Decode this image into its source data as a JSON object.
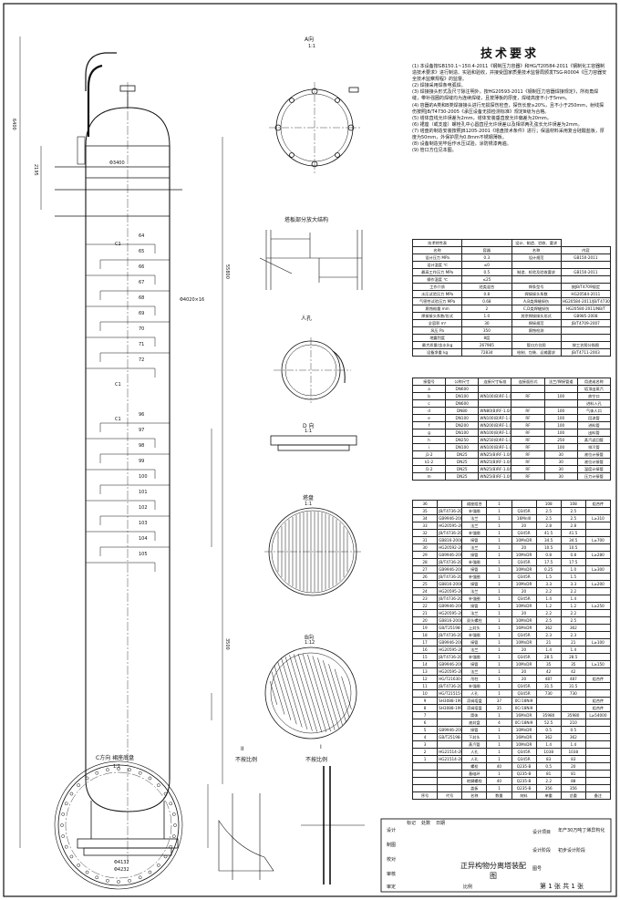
{
  "requirements": {
    "title": "技术要求",
    "items": [
      "(1) 本设备按GB150.1~150.4-2011《钢制压力容器》和HG/T20584-2011《钢制化工容器制造技术要求》进行制造、实验和验收，并接受国家质量技术监督局颁发TSG-R0004《压力容器安全技术监察规程》的监督。",
      "(2) 焊接采用焊条电弧焊。",
      "(3) 焊接接头形式及尺寸除注明外，按HG20593-2011《钢制压力容器焊接规定》，所有角焊缝，带补强圈的焊缝均为连续焊缝，且按薄板的厚度，焊缝高度不小于5mm。",
      "(4) 容器的A类和B类焊接接头进行无损探伤检查，探伤长度≥20%，且不小于250mm，射线探伤按照JB/T4730-2005《承压设备无损检测标准》规定Ⅲ级为合格。",
      "(5) 塔体直线允许误差为2mm，塔体安装垂直度允许偏差为20mm。",
      "(6) 裙座（或支座）螺栓孔中心圆直径允许误差以及相邻两孔弦长允许误差为2mm。",
      "(7) 塔盘的制造安装按照JB1205-2001《塔盘技术条件》进行；保温材料采用复合硅酸盐板，厚度为50mm，外保护层为0.8mm不锈钢薄板。",
      "(8) 设备制造完毕后作水压试验，涂防锈漆两遍。",
      "(9) 管口方位见本图。"
    ]
  },
  "drawing": {
    "view_a": "A向",
    "scale_11": "1:1",
    "view_sect": "塔板部分放大结构",
    "view_manhole": "人孔",
    "view_d": "D 向",
    "view_tray": "塔盘",
    "view_b": "B向",
    "view_c": "C方向  裙座底盘",
    "view_ii": "II",
    "view_i": "I",
    "not_scaled": "不按比例",
    "scale_112": "1:12",
    "dim_height": "55800",
    "dim_lower": "3500",
    "dim_6400": "6400",
    "dim_2195": "2195",
    "dim_dia": "Φ4020×16",
    "dim_base": "Φ4132",
    "dim_base2": "Φ4232",
    "dim_3400": "Φ3400",
    "tray_numbers": [
      "64",
      "65",
      "66",
      "67",
      "68",
      "69",
      "70",
      "71",
      "72",
      "96",
      "97",
      "98",
      "99",
      "100",
      "101",
      "102",
      "103",
      "104",
      "105"
    ],
    "nozzle_labels": [
      "C1",
      "C1",
      "C1"
    ]
  },
  "chars": {
    "header": [
      "技术特性表",
      "",
      "设计、制造、验收、要求"
    ],
    "rows": [
      [
        "名称",
        "容器",
        "名称",
        "内容"
      ],
      [
        "设计压力 MPa",
        "0.3",
        "设计规范",
        "GB150-2011"
      ],
      [
        "设计温度 ℃",
        "≤0",
        "",
        ""
      ],
      [
        "最高工作压力 MPa",
        "0.5",
        "制造、检验及验收要求",
        "GB150-2011"
      ],
      [
        "操作温度 ℃",
        "≤25",
        "",
        ""
      ],
      [
        "工作介质",
        "烃类混合",
        "焊条型号",
        "按JB/T4709规定"
      ],
      [
        "水压试验压力 MPa",
        "0.8",
        "焊接接头系数",
        "HG20584-2011"
      ],
      [
        "气密性试验压力 MPa",
        "0.68",
        "A,B类焊缝探伤",
        "HG20584-2011/JB/T4730"
      ],
      [
        "腐蚀裕量 mm",
        "2",
        "C,D类焊缝探伤",
        "HG20584-2011/NB/T"
      ],
      [
        "焊接接头系数/形式",
        "1.0",
        "其余焊接接头形式",
        "GB985-2008"
      ],
      [
        "全容积 m³",
        "30",
        "焊接规范",
        "JB/T4709-2007"
      ],
      [
        "风压 Pa",
        "350",
        "腐蚀检测",
        ""
      ],
      [
        "地震烈度",
        "8度",
        "",
        ""
      ],
      [
        "最大质量(含水)kg",
        "267985",
        "管口方位图",
        "按工艺图分指图"
      ],
      [
        "设备净重 kg",
        "72834",
        "绘制、包装、运输要求",
        "JB/T4711-2003"
      ]
    ]
  },
  "nozzles": {
    "header": [
      "接管号",
      "公称尺寸",
      "连接尺寸标准",
      "连接面形式",
      "法兰/焊接管道",
      "用途或名称"
    ],
    "rows": [
      [
        "a",
        "DN600",
        "",
        "",
        "",
        "塔顶出蒸汽"
      ],
      [
        "b",
        "DN100",
        "WN100(B)RF-1.0/T20592-2009",
        "RF",
        "100",
        "放空口"
      ],
      [
        "c",
        "DN600",
        "",
        "",
        "",
        "进料入孔"
      ],
      [
        "d",
        "DN80",
        "WN80(B)RF-1.0/T20592-2009",
        "RF",
        "100",
        "气体人口"
      ],
      [
        "e",
        "DN100",
        "WN100(B)RF-1.0/T20592-2009",
        "RF",
        "100",
        "回流管"
      ],
      [
        "f",
        "DN200",
        "WN200(B)RF-1.0/T20592-2009",
        "RF",
        "100",
        "进料管"
      ],
      [
        "g",
        "DN100",
        "WN100(B)RF-1.0/T20592-2009",
        "RF",
        "100",
        "出料管"
      ],
      [
        "h",
        "DN250",
        "WN250(B)RF-1.0/T20592-2009",
        "RF",
        "250",
        "蒸汽返回管"
      ],
      [
        "i",
        "DN100",
        "WN100(B)RF-1.0/T20592-2009",
        "RF",
        "100",
        "排污管"
      ],
      [
        "j1-2",
        "DN25",
        "WN25(B)RF-1.0/T20592-2009",
        "RF",
        "30",
        "液位计接管"
      ],
      [
        "k1-2",
        "DN25",
        "WN25(B)RF-1.0/T20592-2009",
        "RF",
        "30",
        "液位计接管"
      ],
      [
        "l1-2",
        "DN25",
        "WN25(B)RF-1.0/T20592-2009",
        "RF",
        "30",
        "温度计接管"
      ],
      [
        "m",
        "DN25",
        "WN25(B)RF-1.0/T20592-2009",
        "RF",
        "30",
        "压力计接管"
      ]
    ]
  },
  "bom": {
    "header": [
      "序号",
      "代号",
      "名称",
      "数量",
      "材料",
      "单重",
      "总重",
      "备注"
    ],
    "rows": [
      [
        "36",
        "",
        "裙座组合",
        "1",
        "",
        "108",
        "108",
        "组合件"
      ],
      [
        "35",
        "JB/T4736-2002",
        "补强圈",
        "1",
        "Q345R",
        "2.5",
        "2.5",
        ""
      ],
      [
        "34",
        "GB9946-2008",
        "法兰",
        "1",
        "16MnIII",
        "2.5",
        "2.5",
        "L≥310"
      ],
      [
        "33",
        "HG20595-2008",
        "法兰",
        "1",
        "20",
        "2.8",
        "2.8",
        ""
      ],
      [
        "32",
        "JB/T4736-2002",
        "补强圈",
        "1",
        "Q345R",
        "41.5",
        "41.5",
        ""
      ],
      [
        "31",
        "GB816-2008",
        "接管",
        "1",
        "10MnDR",
        "34.5",
        "34.5",
        "L≥700"
      ],
      [
        "30",
        "HG20592-2008",
        "法兰",
        "1",
        "20",
        "10.5",
        "10.5",
        ""
      ],
      [
        "29",
        "GB9946-2008",
        "接管",
        "1",
        "10MnDR",
        "0.8",
        "0.8",
        "L≥280"
      ],
      [
        "28",
        "JB/T4736-2002",
        "补强圈",
        "1",
        "Q345R",
        "17.5",
        "17.5",
        ""
      ],
      [
        "27",
        "GB9946-2008",
        "接管",
        "1",
        "10MnDR",
        "0.25",
        "1.0",
        "L≥300"
      ],
      [
        "26",
        "JB/T4736-2002",
        "补强圈",
        "1",
        "Q345R",
        "1.5",
        "1.5",
        ""
      ],
      [
        "25",
        "GB816-2008",
        "接管",
        "1",
        "10MnDR",
        "3.3",
        "3.3",
        "L≥200"
      ],
      [
        "24",
        "HG20595-2008",
        "法兰",
        "1",
        "20",
        "2.2",
        "2.2",
        ""
      ],
      [
        "23",
        "JB/T4736-2002",
        "补强圈",
        "1",
        "Q345R",
        "1.4",
        "1.4",
        ""
      ],
      [
        "22",
        "GB9946-2008",
        "接管",
        "1",
        "10MnDR",
        "1.2",
        "1.2",
        "L≥250"
      ],
      [
        "21",
        "HG20595-2008",
        "法兰",
        "1",
        "20",
        "2.2",
        "2.2",
        ""
      ],
      [
        "20",
        "GB816-2008",
        "双头螺柱",
        "1",
        "10MnDR",
        "2.5",
        "2.5",
        ""
      ],
      [
        "19",
        "GB/T25198-2010",
        "上封头",
        "1",
        "16MnDR",
        "362",
        "362",
        ""
      ],
      [
        "18",
        "JB/T4736-2002",
        "补强圈",
        "1",
        "Q345R",
        "2.3",
        "2.3",
        ""
      ],
      [
        "17",
        "GB9946-2008",
        "接管",
        "1",
        "10MnDR",
        "21",
        "21",
        "L≥100"
      ],
      [
        "16",
        "HG20595-2008",
        "法兰",
        "1",
        "20",
        "1.4",
        "1.4",
        ""
      ],
      [
        "15",
        "JB/T4736-2002",
        "补强圈",
        "1",
        "Q345R",
        "28.5",
        "28.5",
        ""
      ],
      [
        "14",
        "GB9946-2008",
        "接管",
        "1",
        "10MnDR",
        "35",
        "35",
        "L≥150"
      ],
      [
        "13",
        "HG20595-2008",
        "法兰",
        "1",
        "20",
        "42",
        "42",
        ""
      ],
      [
        "12",
        "HG/T21630-2005",
        "吊柱",
        "1",
        "20",
        "487",
        "487",
        "组合件"
      ],
      [
        "11",
        "JB/T4736-2002",
        "补强圈",
        "1",
        "Q345R",
        "31.5",
        "31.5",
        ""
      ],
      [
        "10",
        "HG/T21515-2005",
        "人孔",
        "1",
        "Q345R",
        "730",
        "730",
        ""
      ],
      [
        "9",
        "SH3088-1998",
        "浮阀塔盘",
        "37",
        "0Cr18Ni9",
        "",
        "",
        "组合件"
      ],
      [
        "8",
        "SH3088-1998",
        "浮阀塔盘",
        "35",
        "0Cr18Ni9",
        "",
        "",
        "组合件"
      ],
      [
        "7",
        "",
        "筒体",
        "1",
        "16MnDR",
        "35980",
        "35980",
        "L≥54000"
      ],
      [
        "6",
        "",
        "液封盘",
        "4",
        "0Cr18Ni9",
        "52.5",
        "210",
        ""
      ],
      [
        "5",
        "GB9946-2008",
        "接管",
        "1",
        "10MnDR",
        "0.5",
        "0.5",
        ""
      ],
      [
        "4",
        "GB/T25198-2010",
        "下封头",
        "1",
        "16MnDR",
        "362",
        "362",
        ""
      ],
      [
        "3",
        "",
        "蒸汽管",
        "1",
        "10MnDR",
        "1.4",
        "1.4",
        ""
      ],
      [
        "2",
        "HG21514-2005",
        "人孔",
        "1",
        "Q345R",
        "1038",
        "1038",
        ""
      ],
      [
        "1",
        "HG21514-2005",
        "人孔",
        "1",
        "Q345R",
        "83",
        "83",
        ""
      ],
      [
        "",
        "",
        "螺栓",
        "40",
        "Q235-B",
        "0.5",
        "20",
        ""
      ],
      [
        "",
        "",
        "基础环",
        "1",
        "Q235-B",
        "81",
        "81",
        ""
      ],
      [
        "",
        "",
        "地脚螺栓",
        "40",
        "Q235-B",
        "2.2",
        "88",
        ""
      ],
      [
        "",
        "",
        "盖板",
        "1",
        "Q235-B",
        "356",
        "356",
        ""
      ]
    ],
    "footer": [
      "序号",
      "代号",
      "名称",
      "数量",
      "材料",
      "单重",
      "总重",
      "备注"
    ]
  },
  "titleblock": {
    "left_labels": [
      "设计",
      "制图",
      "校对",
      "审核",
      "审定"
    ],
    "hdr": [
      "标记",
      "处数",
      "日期"
    ],
    "main_title": "正异构物分离塔装配图",
    "proj": [
      "设计项目",
      "设计阶段",
      "图号"
    ],
    "proj_vals": [
      "年产30万吨丁烯异构化",
      "初步设计阶段",
      ""
    ],
    "scale_lbl": "比例",
    "sheet": "第 1 张  共 1 张"
  }
}
